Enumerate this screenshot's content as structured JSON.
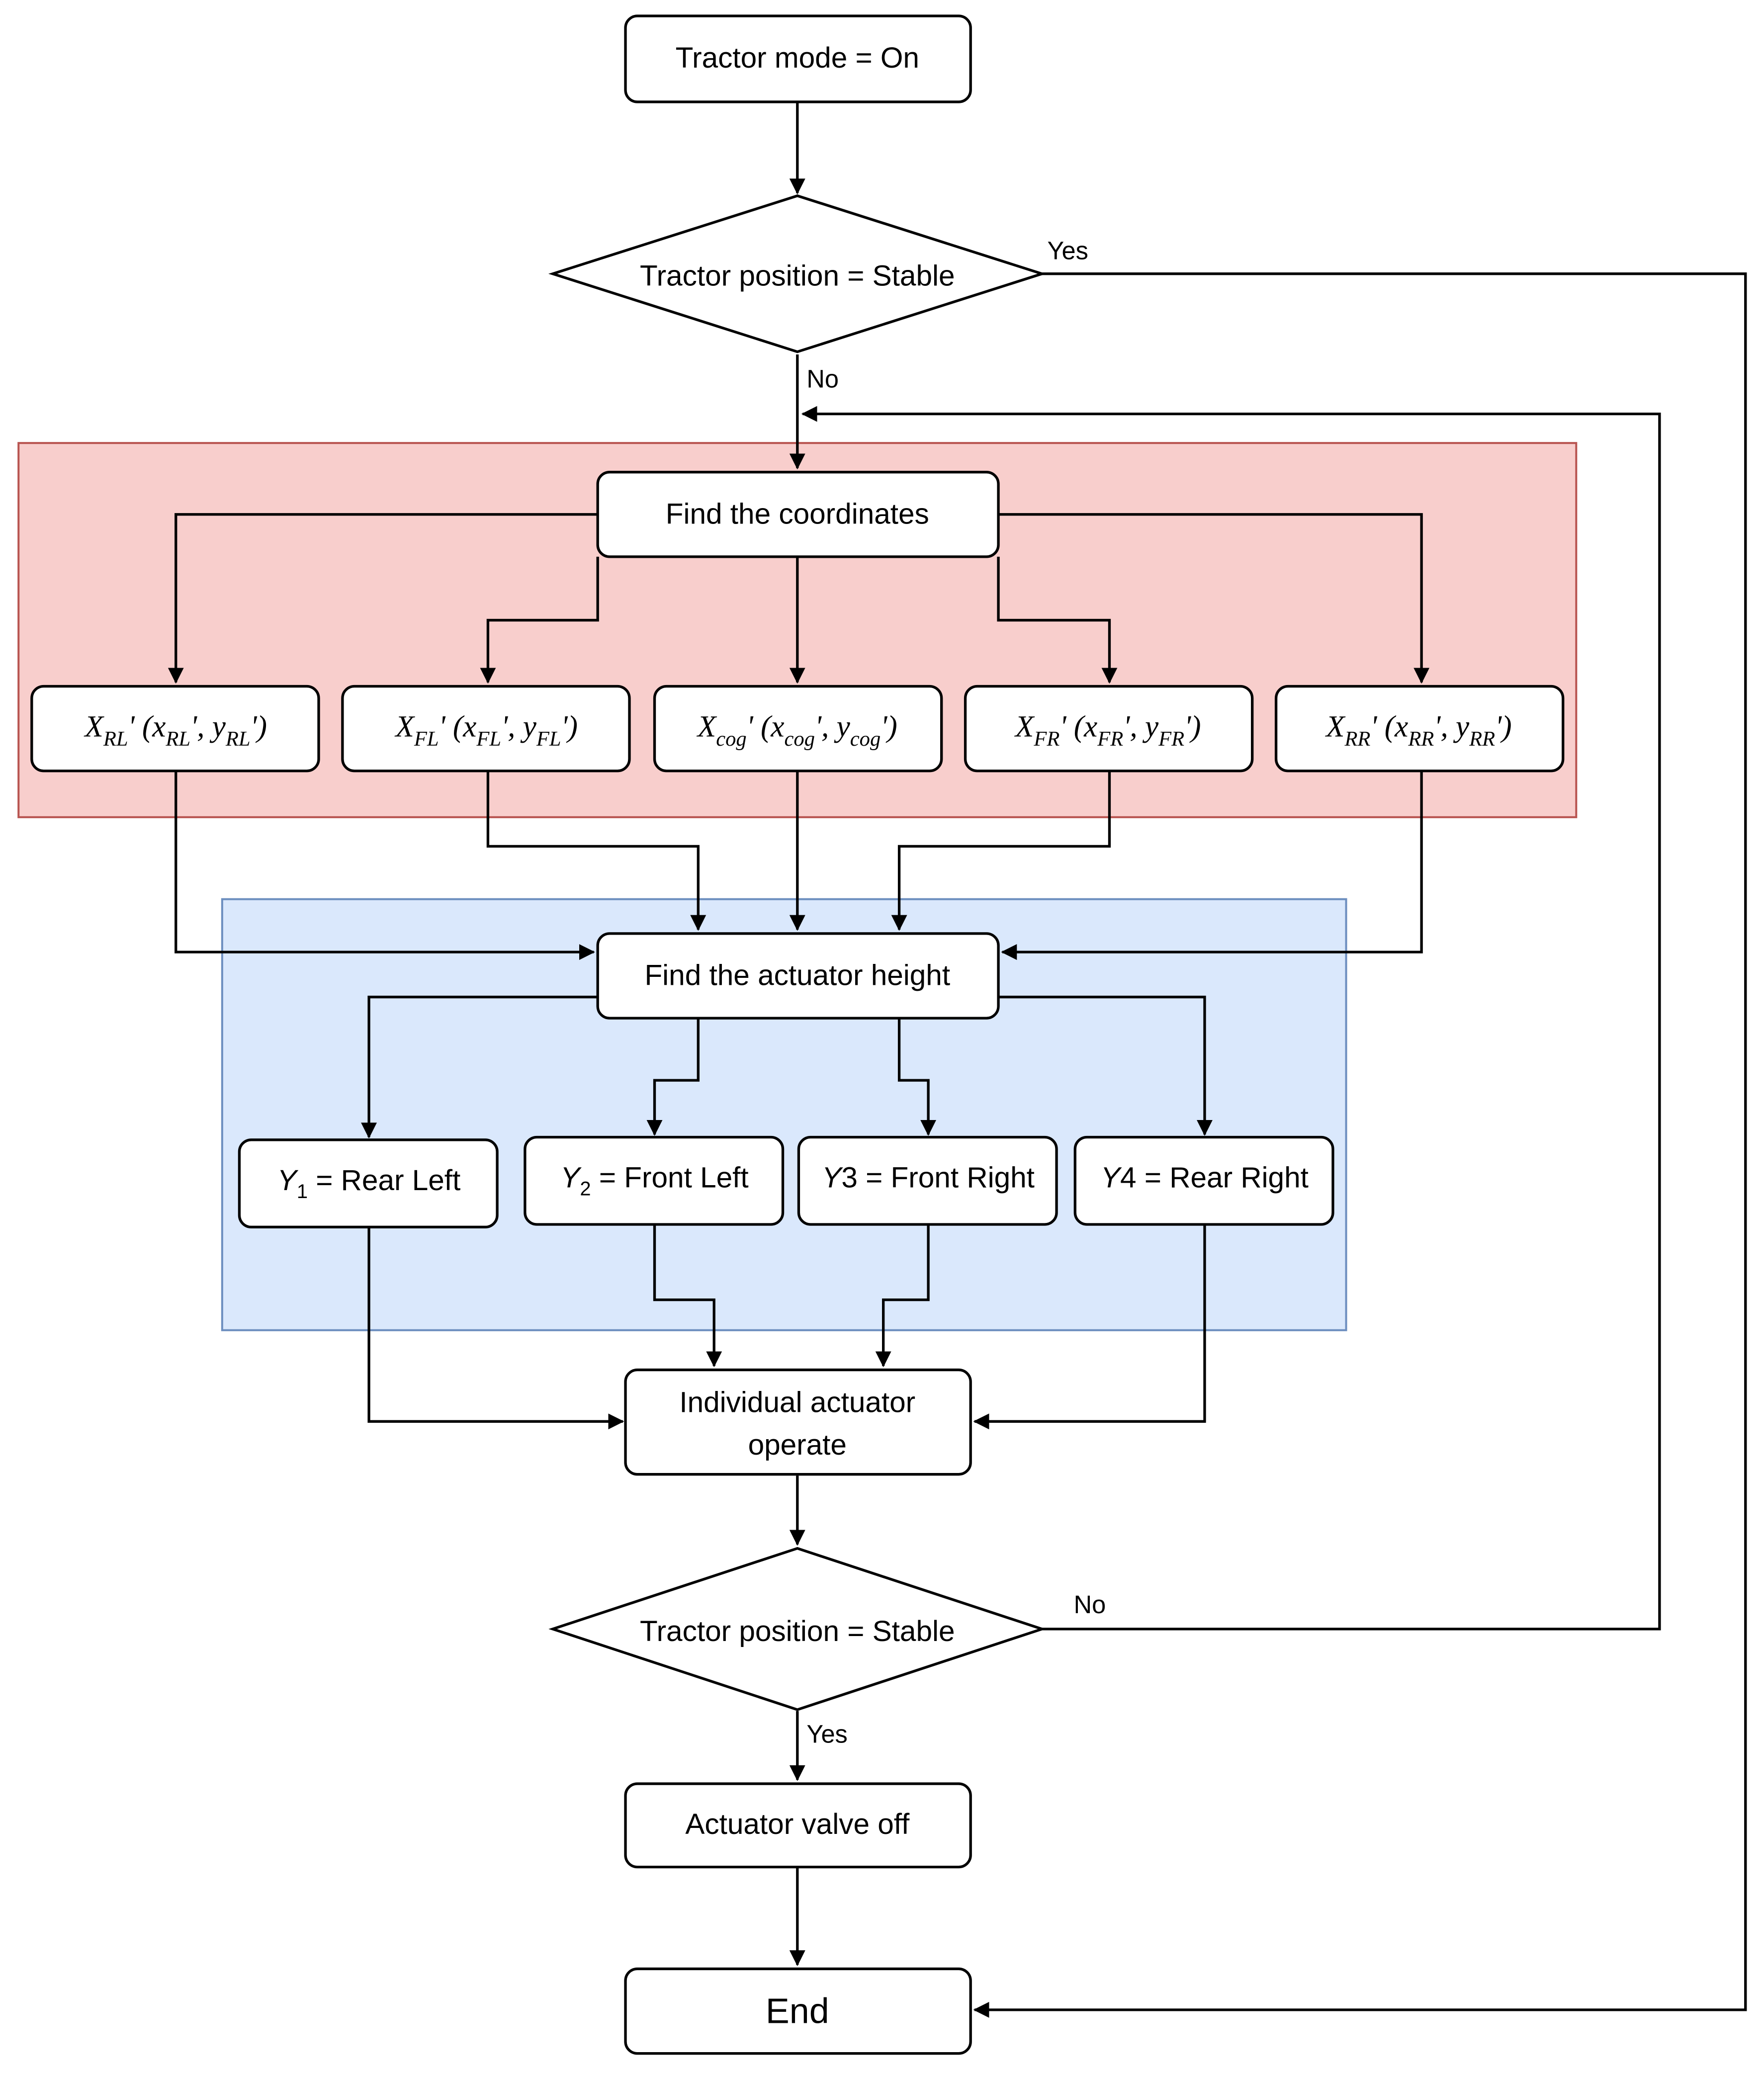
{
  "nodes": {
    "start": "Tractor mode = On",
    "decision1": "Tractor position = Stable",
    "find_coords": "Find the coordinates",
    "coords": [
      {
        "name": "X",
        "sub": "RL",
        "open": "' (",
        "x": "x",
        "mid": "', ",
        "y": "y",
        "close": "')"
      },
      {
        "name": "X",
        "sub": "FL",
        "open": "' (",
        "x": "x",
        "mid": "', ",
        "y": "y",
        "close": "')"
      },
      {
        "name": "X",
        "sub": "cog",
        "open": "' (",
        "x": "x",
        "mid": "', ",
        "y": "y",
        "close": "')"
      },
      {
        "name": "X",
        "sub": "FR",
        "open": "' (",
        "x": "x",
        "mid": "', ",
        "y": "y",
        "close": "')"
      },
      {
        "name": "X",
        "sub": "RR",
        "open": "' (",
        "x": "x",
        "mid": "', ",
        "y": "y",
        "close": "')"
      }
    ],
    "find_height": "Find the actuator height",
    "actuators": [
      {
        "var": "Y",
        "sub": "1",
        "text": " = Rear Left"
      },
      {
        "var": "Y",
        "sub": "2",
        "text": " = Front Left"
      },
      {
        "var": "Y",
        "sub": "3",
        "text": " = Front Right"
      },
      {
        "var": "Y",
        "sub": "4",
        "text": " = Rear Right"
      }
    ],
    "operate_line1": "Individual actuator",
    "operate_line2": "operate",
    "decision2": "Tractor position = Stable",
    "valve_off": "Actuator valve off",
    "end": "End"
  },
  "edge_labels": {
    "d1_yes": "Yes",
    "d1_no": "No",
    "d2_no": "No",
    "d2_yes": "Yes"
  },
  "colors": {
    "coord_group_fill": "#f8cecc",
    "coord_group_stroke": "#b85450",
    "height_group_fill": "#dae8fc",
    "height_group_stroke": "#6c8ebf",
    "line": "#000000",
    "node_fill": "#ffffff"
  }
}
